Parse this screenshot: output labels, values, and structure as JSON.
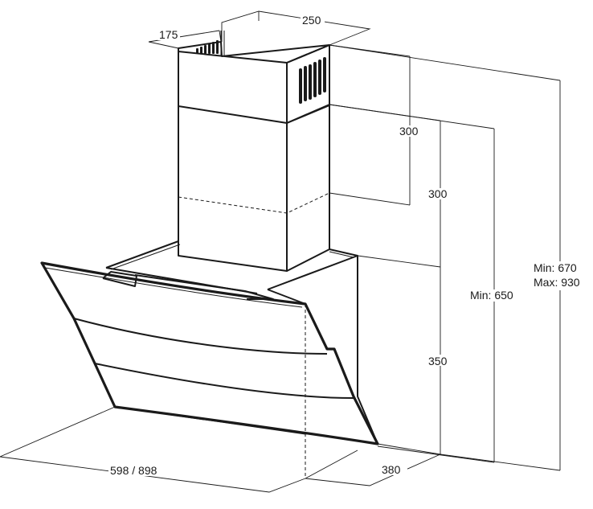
{
  "dimensions": {
    "chimney_depth": "175",
    "chimney_width": "250",
    "upper_chimney_height": "300",
    "lower_chimney_height": "300",
    "body_height": "350",
    "hood_width": "598 / 898",
    "hood_depth": "380",
    "min_height_650": "Min: 650",
    "min_height_670": "Min: 670",
    "max_height_930": "Max: 930"
  },
  "colors": {
    "line": "#1a1a1a",
    "background": "#ffffff"
  }
}
